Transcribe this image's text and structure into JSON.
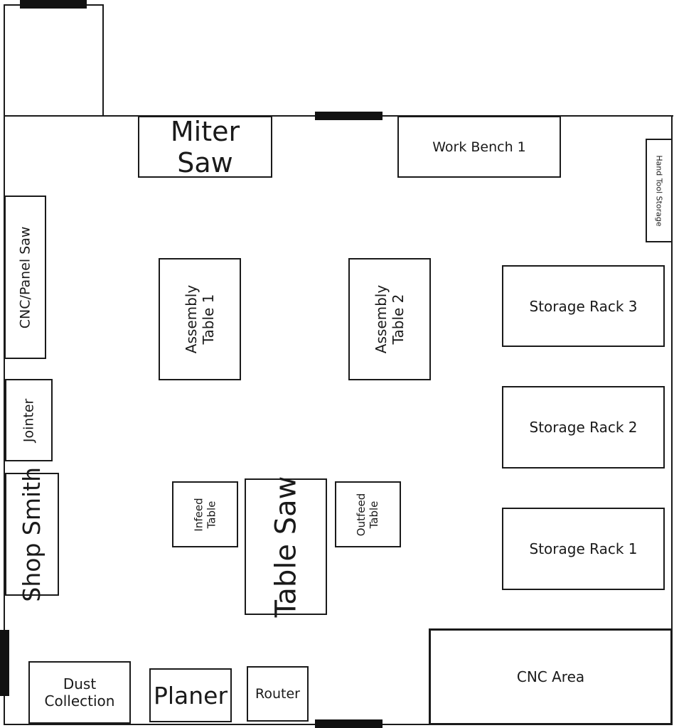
{
  "stations": {
    "miter_saw": "Miter Saw",
    "work_bench_1": "Work Bench 1",
    "hand_tool_storage": "Hand Tool Storage",
    "cnc_panel_saw": "CNC/Panel Saw",
    "assembly_table_1": "Assembly\nTable 1",
    "assembly_table_2": "Assembly\nTable 2",
    "storage_rack_3": "Storage Rack 3",
    "storage_rack_2": "Storage Rack 2",
    "storage_rack_1": "Storage Rack 1",
    "jointer": "Jointer",
    "shop_smith": "Shop Smith",
    "infeed_table": "Infeed\nTable",
    "table_saw": "Table Saw",
    "outfeed_table": "Outfeed\nTable",
    "cnc_area": "CNC Area",
    "dust_collection": "Dust\nCollection",
    "planer": "Planer",
    "router": "Router"
  },
  "colors": {
    "wall": "#1a1a1a",
    "door": "#111111",
    "background": "#ffffff"
  }
}
